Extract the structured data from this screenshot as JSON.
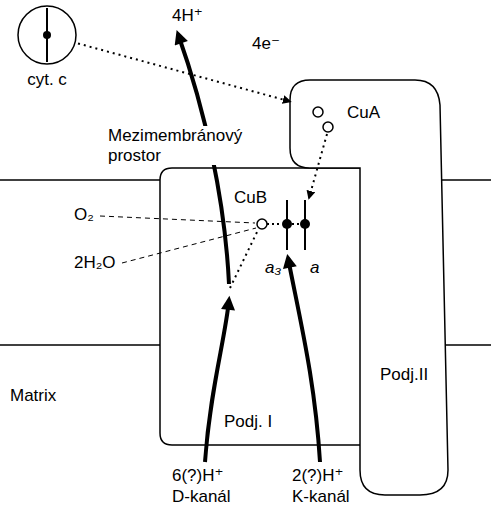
{
  "diagram": {
    "nodes": [
      {
        "text": [
          "cyt. c"
        ]
      },
      {
        "text": [
          "Podj. I"
        ]
      },
      {
        "text": [
          "Podj.II"
        ]
      }
    ],
    "edges": [
      {
        "from": 0,
        "to": 2,
        "arrow": "to"
      }
    ],
    "labels": [
      "4H⁺",
      "4e⁻",
      "Mezimembránový prostor",
      "CuA",
      "CuB",
      "O₂",
      "2H₂O",
      "a₃",
      "a",
      "Matrix",
      "6(?)H⁺",
      "D-kanál",
      "2(?)H⁺",
      "K-kanál"
    ]
  }
}
